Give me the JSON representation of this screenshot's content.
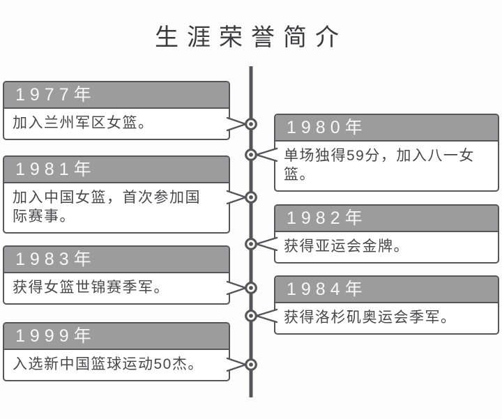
{
  "title": "生涯荣誉简介",
  "colors": {
    "header_bg": "#9c9c9c",
    "outline": "#55555a",
    "body_text": "#48484b",
    "header_text": "#f8f8f8",
    "background": "#fdfdfd"
  },
  "timeline": {
    "orientation": "vertical",
    "entries": [
      {
        "side": "left",
        "year": "1977年",
        "desc": "加入兰州军区女篮。"
      },
      {
        "side": "right",
        "year": "1980年",
        "desc": "单场独得59分，加入八一女\n篮。"
      },
      {
        "side": "left",
        "year": "1981年",
        "desc": "加入中国女篮，首次参加国\n际赛事。"
      },
      {
        "side": "right",
        "year": "1982年",
        "desc": "获得亚运会金牌。"
      },
      {
        "side": "left",
        "year": "1983年",
        "desc": "获得女篮世锦赛季军。"
      },
      {
        "side": "right",
        "year": "1984年",
        "desc": "获得洛杉矶奥运会季军。"
      },
      {
        "side": "left",
        "year": "1999年",
        "desc": "入选新中国篮球运动50杰。"
      }
    ]
  }
}
